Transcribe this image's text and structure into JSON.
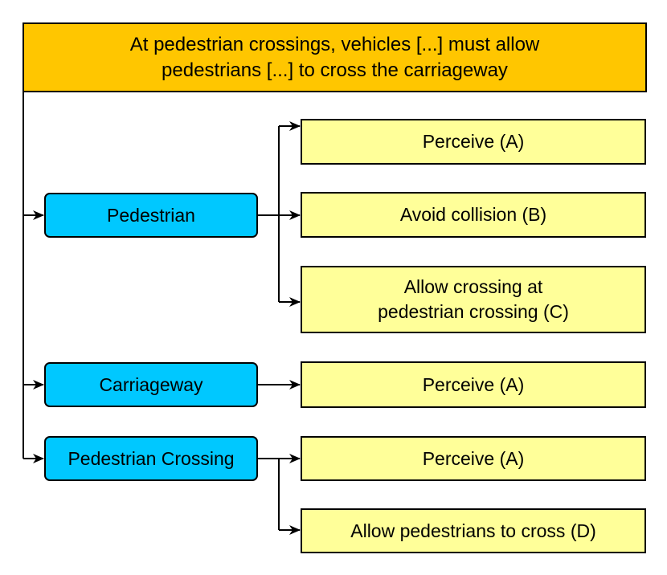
{
  "header": {
    "text": "At pedestrian crossings, vehicles [...] must allow\npedestrians [...] to cross the carriageway"
  },
  "entities": [
    {
      "label": "Pedestrian",
      "requirements": [
        "Perceive (A)",
        "Avoid collision (B)",
        "Allow crossing at\npedestrian crossing (C)"
      ]
    },
    {
      "label": "Carriageway",
      "requirements": [
        "Perceive (A)"
      ]
    },
    {
      "label": "Pedestrian Crossing",
      "requirements": [
        "Perceive (A)",
        "Allow pedestrians to cross (D)"
      ]
    }
  ],
  "colors": {
    "header": "#FFC600",
    "entity": "#00C8FF",
    "requirement": "#FFFF99",
    "line": "#000000"
  }
}
